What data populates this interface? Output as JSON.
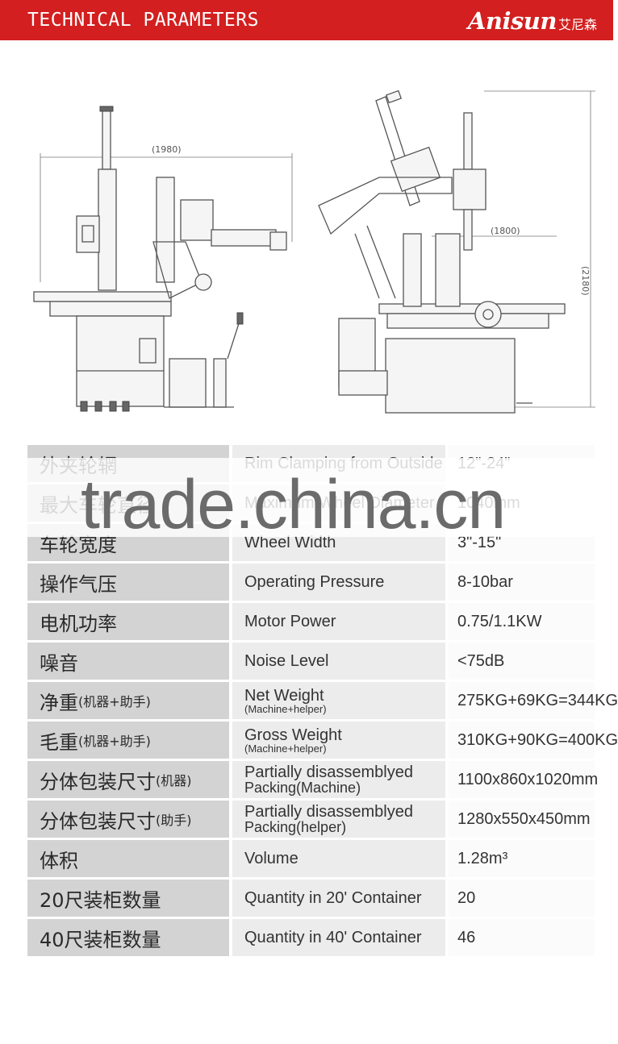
{
  "header": {
    "title": "TECHNICAL PARAMETERS",
    "logo_en": "Anisun",
    "logo_zh": "艾尼森"
  },
  "drawing": {
    "dim_width": "(1980)",
    "dim_depth": "(1800)",
    "dim_height": "(2180)"
  },
  "watermark": "trade.china.cn",
  "rows": [
    {
      "zh": "外夹轮辋",
      "zh_sub": "",
      "en": "Rim Clamping from Outside",
      "en_sub": "",
      "value": "12\"-24\""
    },
    {
      "zh": "最大车轮直径",
      "zh_sub": "",
      "en": "Maximum Wheel Diameter",
      "en_sub": "",
      "value": "1040mm"
    },
    {
      "zh": "车轮宽度",
      "zh_sub": "",
      "en": "Wheel Width",
      "en_sub": "",
      "value": "3\"-15\""
    },
    {
      "zh": "操作气压",
      "zh_sub": "",
      "en": "Operating Pressure",
      "en_sub": "",
      "value": "8-10bar"
    },
    {
      "zh": "电机功率",
      "zh_sub": "",
      "en": "Motor Power",
      "en_sub": "",
      "value": "0.75/1.1KW"
    },
    {
      "zh": "噪音",
      "zh_sub": "",
      "en": "Noise Level",
      "en_sub": "",
      "value": "<75dB"
    },
    {
      "zh": "净重",
      "zh_sub": "(机器+助手)",
      "en": "Net Weight",
      "en_sub": "(Machine+helper)",
      "value": "275KG+69KG=344KG"
    },
    {
      "zh": "毛重",
      "zh_sub": "(机器+助手)",
      "en": "Gross Weight",
      "en_sub": "(Machine+helper)",
      "value": "310KG+90KG=400KG"
    },
    {
      "zh": "分体包装尺寸",
      "zh_sub": "(机器)",
      "en": "Partially disassemblyed",
      "en_sub": "Packing(Machine)",
      "value": "1100x860x1020mm"
    },
    {
      "zh": "分体包装尺寸",
      "zh_sub": "(助手)",
      "en": "Partially disassemblyed",
      "en_sub": "Packing(helper)",
      "value": "1280x550x450mm"
    },
    {
      "zh": "体积",
      "zh_sub": "",
      "en": "Volume",
      "en_sub": "",
      "value": "1.28m³"
    },
    {
      "zh": "20尺装柜数量",
      "zh_sub": "",
      "en": "Quantity in 20' Container",
      "en_sub": "",
      "value": "20"
    },
    {
      "zh": "40尺装柜数量",
      "zh_sub": "",
      "en": "Quantity in 40' Container",
      "en_sub": "",
      "value": "46"
    }
  ]
}
